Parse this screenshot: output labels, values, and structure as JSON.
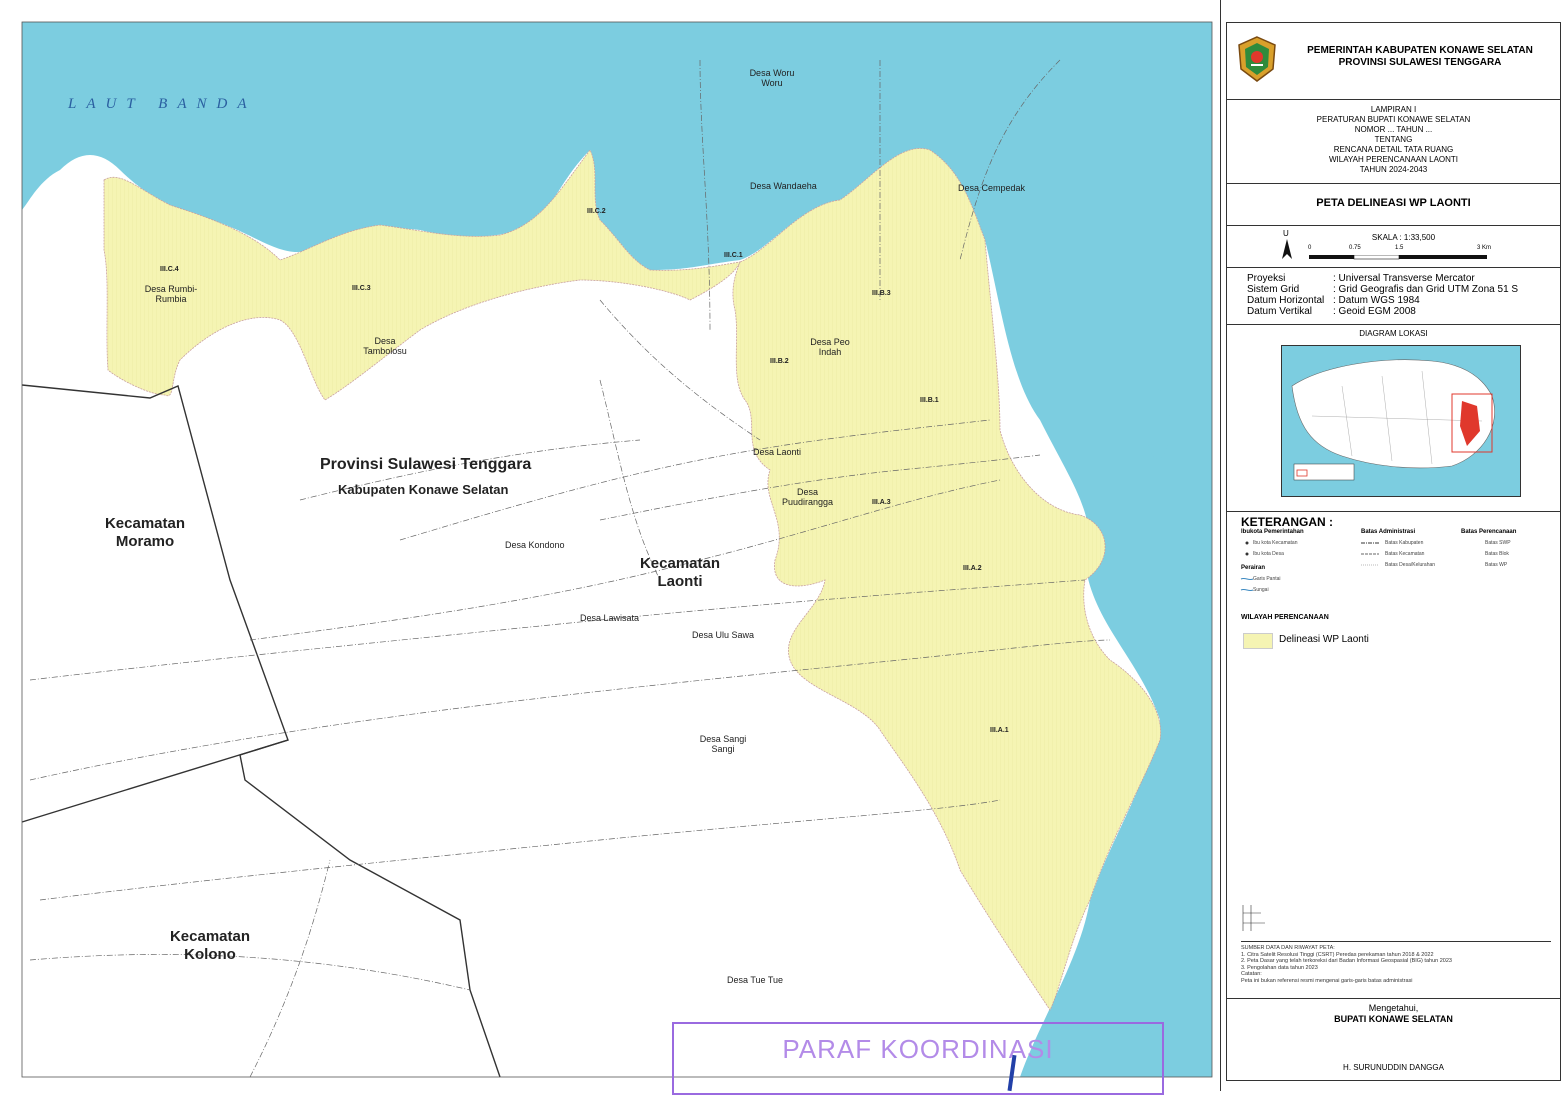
{
  "colors": {
    "sea": "#7ccde0",
    "planning_area": "#f5f4b3",
    "land": "#ffffff",
    "stamp": "#9a6ae0"
  },
  "map": {
    "sea_label": "LAUT BANDA",
    "province": "Provinsi Sulawesi Tenggara",
    "regency": "Kabupaten Konawe Selatan",
    "districts": [
      "Kecamatan Moramo",
      "Kecamatan Laonti",
      "Kecamatan Kolono"
    ],
    "villages": [
      "Desa Woru Woru",
      "Desa Wandaeha",
      "Desa Cempedak",
      "Desa Rumbi-Rumbia",
      "Desa Tambolosu",
      "Desa Peo Indah",
      "Desa Laonti",
      "Desa Puudirangga",
      "Desa Kondono",
      "Desa Lawisata",
      "Desa Ulu Sawa",
      "Desa Sangi Sangi",
      "Desa Tue Tue"
    ],
    "zones": [
      "III.C.4",
      "III.C.3",
      "III.C.2",
      "III.C.1",
      "III.B.3",
      "III.B.2",
      "III.B.1",
      "III.A.3",
      "III.A.2",
      "III.A.1"
    ]
  },
  "stamp": {
    "text": "PARAF KOORDINASI"
  },
  "panel": {
    "header": {
      "line1": "PEMERINTAH KABUPATEN KONAWE SELATAN",
      "line2": "PROVINSI SULAWESI TENGGARA",
      "logo_icon": "regency-emblem-icon"
    },
    "lampiran": [
      "LAMPIRAN I",
      "PERATURAN BUPATI KONAWE SELATAN",
      "NOMOR ... TAHUN ...",
      "TENTANG",
      "RENCANA DETAIL TATA RUANG",
      "WILAYAH PERENCANAAN LAONTI",
      "TAHUN 2024-2043"
    ],
    "map_title": "PETA DELINEASI WP LAONTI",
    "scale": {
      "label": "SKALA : 1:33,500",
      "north": "U",
      "ticks": [
        "0",
        "0.75",
        "1.5",
        "3 Km"
      ]
    },
    "projection": [
      {
        "key": "Proyeksi",
        "value": ": Universal Transverse Mercator"
      },
      {
        "key": "Sistem Grid",
        "value": ": Grid Geografis dan Grid UTM Zona 51 S"
      },
      {
        "key": "Datum Horizontal",
        "value": ": Datum WGS 1984"
      },
      {
        "key": "Datum Vertikal",
        "value": ": Geoid EGM 2008"
      }
    ],
    "diagram_title": "DIAGRAM LOKASI",
    "legend": {
      "title": "KETERANGAN :",
      "columns": [
        {
          "heading": "Ibukota Pemerintahan",
          "items": [
            "Ibu kota Kecamatan",
            "Ibu kota Desa"
          ]
        },
        {
          "heading": "Batas Administrasi",
          "items": [
            "Batas Kabupaten",
            "Batas Kecamatan",
            "Batas Desa/Kelurahan"
          ]
        },
        {
          "heading": "Batas Perencanaan",
          "items": [
            "Batas SWP",
            "Batas Blok",
            "Batas WP"
          ]
        }
      ],
      "perairan": {
        "heading": "Perairan",
        "items": [
          "Garis Pantai",
          "Sungai"
        ]
      },
      "wp_title": "WILAYAH PERENCANAAN",
      "wp_label": "Delineasi WP Laonti"
    },
    "sources": [
      "SUMBER DATA DAN RIWAYAT PETA:",
      "1. Citra Satelit Resolusi Tinggi (CSRT) Peredas perekaman tahun 2018 & 2022",
      "2. Peta Dasar yang telah terkoreksi dari Badan Informasi Geospasial (BIG) tahun 2023",
      "3. Pengolahan data tahun 2023",
      "Catatan:",
      "Peta ini bukan referensi resmi mengenai garis-garis batas administrasi"
    ],
    "approval": {
      "label": "Mengetahui,",
      "title": "BUPATI KONAWE SELATAN",
      "name": "H. SURUNUDDIN DANGGA"
    }
  }
}
